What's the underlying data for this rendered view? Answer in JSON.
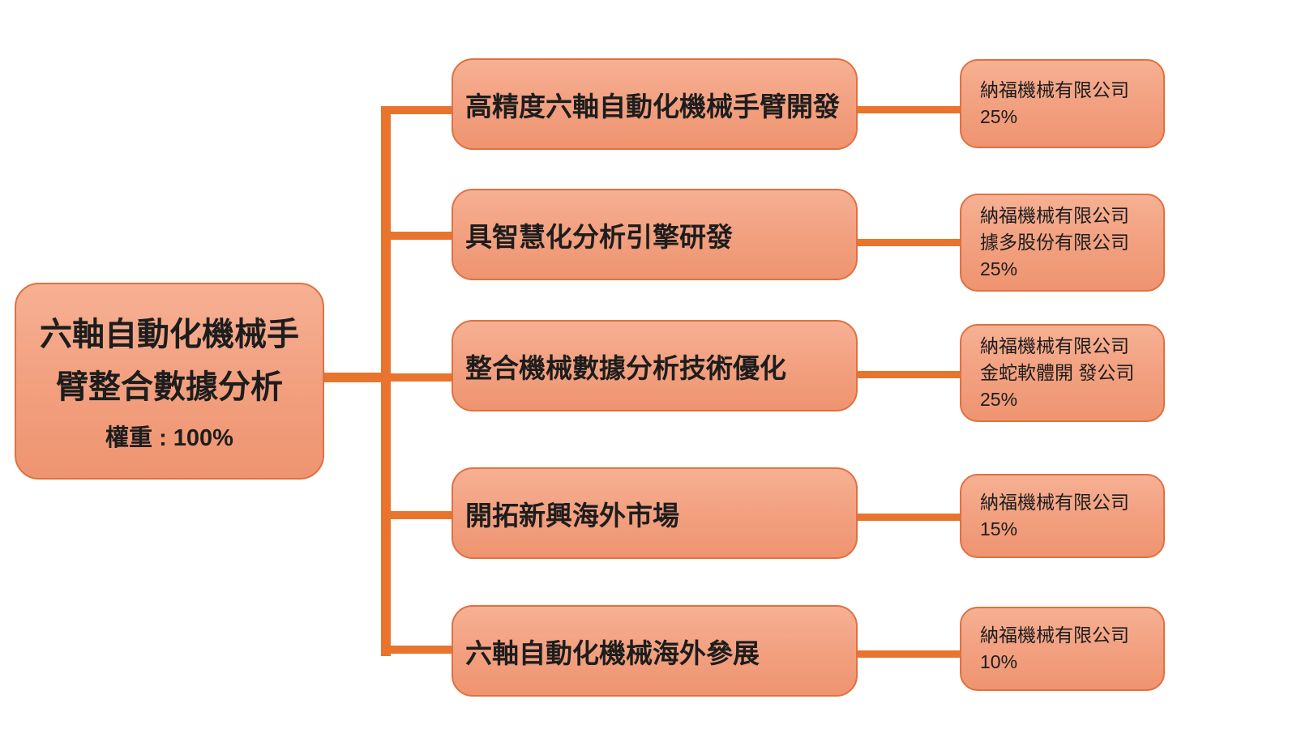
{
  "diagram": {
    "root": {
      "title_line1": "六軸自動化機械手",
      "title_line2": "臂整合數據分析",
      "weight": "權重 : 100%"
    },
    "rows": [
      {
        "task": "高精度六軸自動化機械手臂開發",
        "company1": "納福機械有限公司",
        "weight": "25%"
      },
      {
        "task": "具智慧化分析引擎研發",
        "company1": "納福機械有限公司",
        "company2": "據多股份有限公司",
        "weight": "25%"
      },
      {
        "task": "整合機械數據分析技術優化",
        "company1": "納福機械有限公司",
        "company2": "金蛇軟體開 發公司",
        "weight": "25%"
      },
      {
        "task": "開拓新興海外市場",
        "company1": "納福機械有限公司",
        "weight": "15%"
      },
      {
        "task": "六軸自動化機械海外參展",
        "company1": "納福機械有限公司",
        "weight": "10%"
      }
    ],
    "colors": {
      "box_fill_top": "#F7B093",
      "box_fill_bottom": "#EF9470",
      "box_border": "#DF7140",
      "connector": "#E8742E",
      "text": "#1D1D1D"
    }
  }
}
